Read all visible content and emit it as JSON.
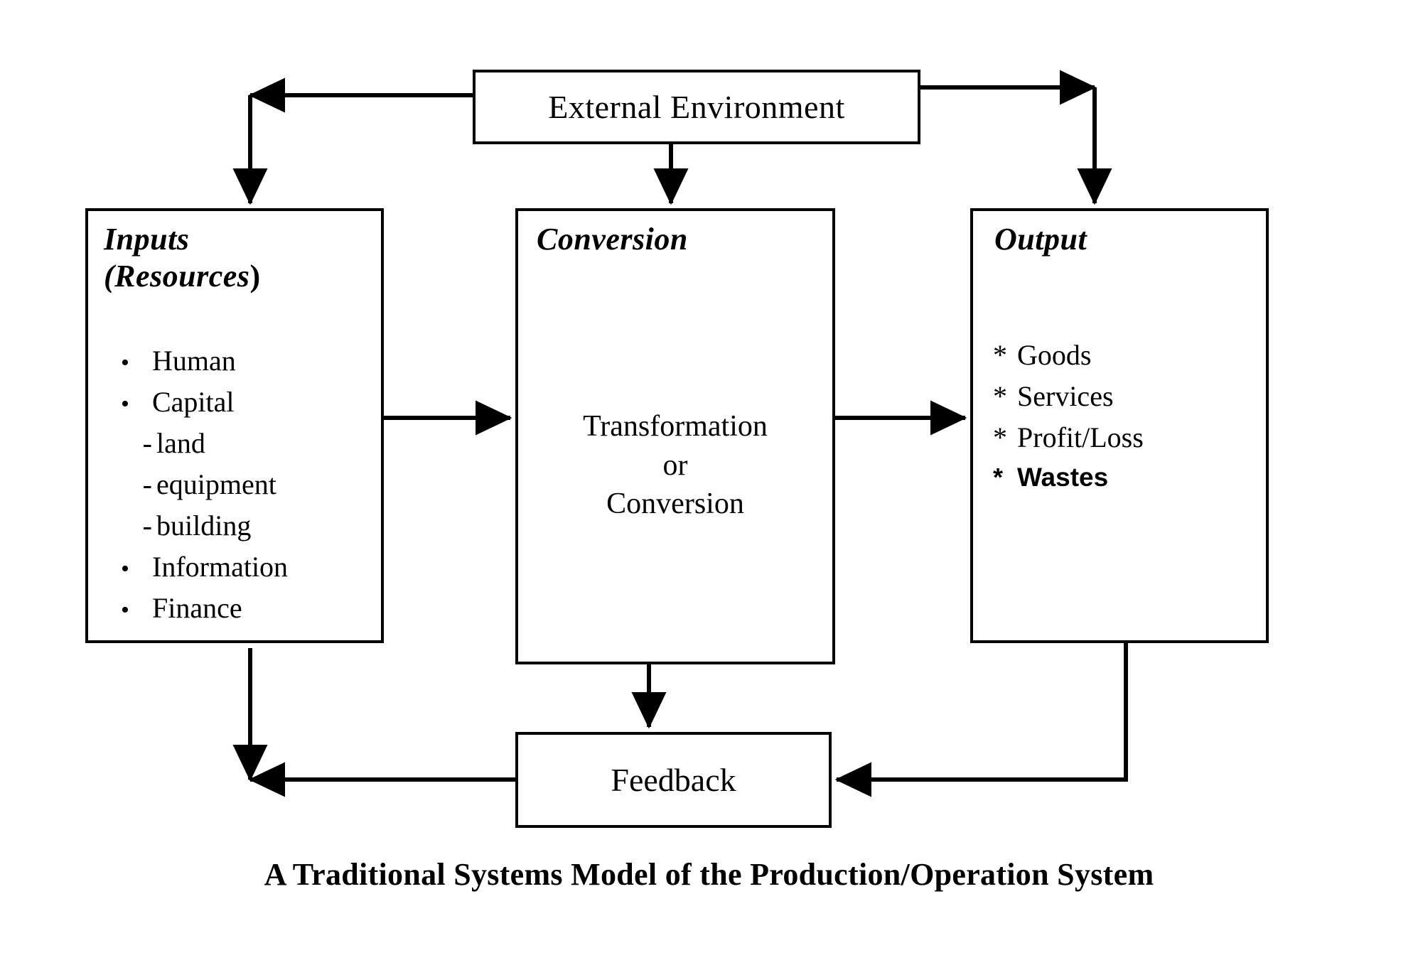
{
  "diagram": {
    "caption": "A Traditional Systems Model of the Production/Operation System",
    "external_environment": {
      "label": "External Environment"
    },
    "inputs": {
      "title_line1": "Inputs",
      "title_line2": "(Resources",
      "title_close_paren": ")",
      "items": [
        {
          "marker": "•",
          "text": "Human"
        },
        {
          "marker": "•",
          "text": "Capital"
        },
        {
          "marker": "-",
          "text": "land"
        },
        {
          "marker": "-",
          "text": "equipment"
        },
        {
          "marker": "-",
          "text": "building"
        },
        {
          "marker": "•",
          "text": "Information"
        },
        {
          "marker": "•",
          "text": "Finance"
        }
      ]
    },
    "conversion": {
      "title": "Conversion",
      "body_line1": "Transformation",
      "body_line2": "or",
      "body_line3": "Conversion"
    },
    "output": {
      "title": "Output",
      "items": [
        {
          "marker": "*",
          "text": "Goods"
        },
        {
          "marker": "*",
          "text": "Services"
        },
        {
          "marker": "*",
          "text": "Profit/Loss"
        },
        {
          "marker": "*",
          "text": "Wastes"
        }
      ]
    },
    "feedback": {
      "label": "Feedback"
    },
    "colors": {
      "ink": "#000000",
      "paper": "#ffffff"
    }
  }
}
